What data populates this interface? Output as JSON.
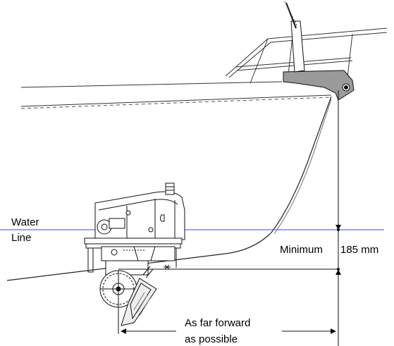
{
  "labels": {
    "water_line_1": "Water",
    "water_line_2": "Line",
    "minimum": "Minimum",
    "min_value": "185 mm",
    "forward_1": "As far forward",
    "forward_2": "as possible"
  },
  "colors": {
    "stroke": "#1a1a1a",
    "water_line": "#3a4ed0",
    "hatch": "#777777"
  }
}
